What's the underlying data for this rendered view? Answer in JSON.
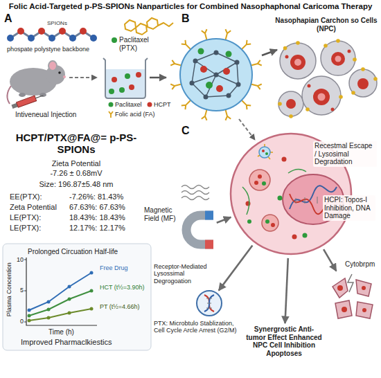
{
  "diagram": {
    "title": "Folic Acid-Targeted p-PS-SPIONs Nanparticles for Combined Nasophaphonal Caricoma Therapy",
    "nodes": [
      {
        "text": [
          "Nasophapian Carchon so Cells (NPC)"
        ]
      },
      {
        "text": [
          "Magnetic Field (MF)"
        ]
      },
      {
        "text": [
          "Recestmal Escape / Lysosimal Degradation",
          "HCPI: Topos-I Inhibition, DNA Damage"
        ]
      },
      {
        "text": [
          "Receptor-Mediated Lysossimal Degrogoation",
          "PTX: Microbtulo Stablization, Cell Cycle Arcle Arrest (G2/M)"
        ]
      },
      {
        "text": [
          "Synergrostic Anti-tumor Effect Enhanced NPC Cell Inhibition Apoptoses"
        ]
      },
      {
        "text": [
          "Cytobrpm"
        ]
      }
    ],
    "edges": [
      {
        "from": 1,
        "to": 2,
        "arrow": "to"
      },
      {
        "from": 2,
        "to": 3,
        "arrow": "to"
      },
      {
        "from": 2,
        "to": 4,
        "arrow": "to"
      },
      {
        "from": 2,
        "to": 5,
        "arrow": "to"
      }
    ],
    "labels": [
      "A",
      "B",
      "SPIONs",
      "phospate polystyne backbone",
      "Paclitaxel (PTX)",
      "Intiveneual Injection",
      "Paclitaxel",
      "HCPT",
      "Folic acid (FA)",
      "HCPT/PTX@FA@= p-PS-SPIONs",
      "Zieta Potential",
      "-7.26 ± 0.68mV",
      "Size: 196.87±5.48 nm",
      "EE(PTX):",
      "-7.26%: 81.43%",
      "Zeta Potential",
      "67.63%: 67.63%",
      "LE(PTX):",
      "18.43%: 18.43%",
      "LE(PTX):",
      "12.17%: 12.17%",
      "C",
      "Prolonged Circuation Half-life",
      "10",
      "5",
      "0",
      "Plasma Concention",
      "Free Drug",
      "HCT (t½=3.90h)",
      "PT (t½=4.66h)",
      "Time (h)",
      "Improved Pharmaclkiestics"
    ]
  }
}
